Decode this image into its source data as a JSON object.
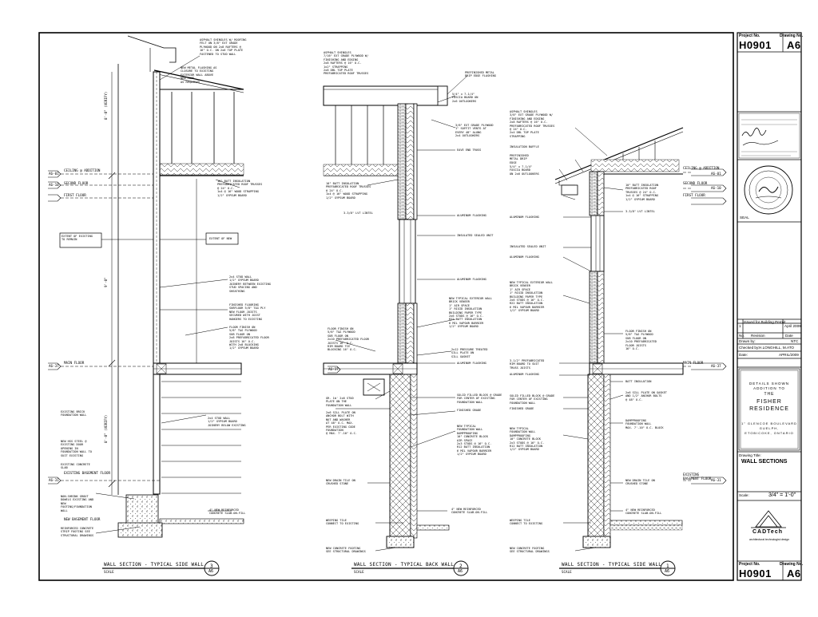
{
  "sheet": {
    "project_no_label": "Project No.",
    "drawing_no_label": "Drawing No.",
    "project_no": "H0901",
    "drawing_no": "A6",
    "scale_label": "Scale:",
    "scale_value": "3/4\" = 1'-0\"",
    "drawing_title_label": "Drawing Title:",
    "drawing_title": "WALL SECTIONS",
    "project_name_lines": [
      "DETAILS SHOWN",
      "ADDITION TO",
      "THE",
      "FISHER",
      "RESIDENCE"
    ],
    "project_address_lines": [
      "1\" GLENCOE BOULEVARD",
      "GUELPH,",
      "ETOBICOKE, ONTARIO"
    ],
    "drawn_by_label": "Drawn by:",
    "drawn_by": "NTC",
    "checked_by_label": "Checked by:",
    "checked_by": "H.LONGHILL, M.ATO",
    "date_label": "Date:",
    "date": "APRIL/2009",
    "revisions": [
      {
        "no": "1",
        "desc": "Issued for Building Permit",
        "date": "April 2009"
      }
    ],
    "rev_headers": [
      "No.",
      "Revision",
      "Date"
    ],
    "seal_label": "SEAL",
    "logo_text": "CADTech",
    "logo_sub": "architectural technologist design"
  },
  "sections": [
    {
      "number": "3",
      "sheet": "A6",
      "title": "WALL SECTION - TYPICAL SIDE WALL",
      "scale": "SCALE"
    },
    {
      "number": "2",
      "sheet": "A6",
      "title": "WALL SECTION - TYPICAL BACK WALL",
      "scale": "SCALE"
    },
    {
      "number": "1",
      "sheet": "A6",
      "title": "WALL SECTION - TYPICAL SIDE WALL",
      "scale": "SCALE"
    }
  ],
  "level_tags": {
    "ceiling": "CEILING @ ADDITION",
    "second_floor": "SECOND FLOOR",
    "first_floor": "FIRST FLOOR",
    "main_floor": "MAIN FLOOR",
    "existing_basement": "EXISTING BASEMENT FLOOR",
    "new_basement": "NEW BASEMENT FLOOR",
    "upper_ref": "A6-01",
    "first_ref": "A6-10",
    "main_ref": "A6-37",
    "bsmt_ref": "A6-31"
  },
  "callouts": {
    "extent_existing": "EXTENT OF EXISTING\nTO REMAIN",
    "extent_new": "EXTENT OF NEW",
    "dim_upper": "8'-0\" (VERIFY)",
    "dim_main": "9'-0\"",
    "dim_bsmt": "8'-0\" (VERIFY)"
  },
  "notes": {
    "s3_roof": "ASPHALT SHINGLES W/ ROOFING\nFELT ON 3/8\" EXT GRADE\nPLYWOOD ON 2x8 RAFTERS @\n16\" O.C. ON 2x6 TOP PLATE\nFASTENED TO STUD WALL",
    "s3_flash": "NEW METAL FLASHING AS\nCLOSURE TO EXISTING\nEXTERIOR WALL ABOVE\nNEW ROOF\nAS REQUIRED",
    "s3_insul": "10\" BATT INSULATION\nPREFABRICATED ROOF TRUSSES\n@ 24\" O.C.\n1x4 @ 16\" WOOD STRAPPING\n1/2\" GYPSUM BOARD",
    "s3_wall": "2x4 STUD WALL\n1/2\" GYPSUM BOARD\nJOINERY BETWEEN EXISTING\nSTUD SPACING AND\nSHEATHING",
    "s3_finish": "FINISHED FLOORING\nSUBFLOOR 5/8\" T&G PLY\nNEW FLOOR JOISTS\nSECURED WITH JOIST\nHANGERS TO EXISTING",
    "s3_flrfin": "FLOOR FINISH ON\n5/8\" T&G PLYWOOD\nSUB FLOOR ON\n2x8 PREFABRICATED FLOOR\nJOISTS 16\" O.C.\nWITH 2x8 BLOCKING\n1/2\" GYPSUM BOARD",
    "s3_found": "EXISTING BRICK\nFOUNDATION WALL",
    "s3_stud": "2x4 STUD WALL\n1/2\" GYPSUM BOARD\nJOINERY BELOW EXISTING",
    "s3_steel": "NEW HSS STEEL @\nEXISTING DOOR\nOPENING IN\nFOUNDATION WALL TO\nSUIT EXISTING",
    "s3_conc": "EXISTING CONCRETE\nSLAB",
    "s3_conn": "NON-SHRINK GROUT\nDOWELS EXISTING AND\nNEW\nFOOTING/FOUNDATION\nWALL",
    "s3_slab": "4\" NEW REINFORCED\nCONCRETE SLAB-ON-FILL",
    "s3_footing": "REINFORCED CONCRETE\nSTRIP FOOTING SEE\nSTRUCTURAL DRAWINGS",
    "s2_roof": "ASPHALT SHINGLES\n7/16\" EXT GRADE PLYWOOD W/\nFINISHING AND EDGING\n2x8 RAFTERS @ 16\" O.C.\n1x2\" STRAPPING\n2x8 DBL TOP PLATE\nPREFABRICATED ROOF TRUSSES",
    "s2_metal": "PREFINISHED METAL\nDRIP EDGE FLASHING",
    "s2_fascia": "5/4\" x 7-1/4\"\nFASCIA BOARD ON\n2x6 OUTLOOKERS",
    "s2_soffit": "3/8\" EXT GRADE PLYWOOD\n1\" SOFFIT VENTS AT\nEVERY 48\" ALONG\n2x4 OUTLOOKERS",
    "s2_eave": "EAVE END TRUSS",
    "s2_lintel": "3-3/8\" LVT LINTEL",
    "s2_alum": "ALUMINUM FLASHING",
    "s2_glass": "INSULATED SEALED UNIT",
    "s2_wall": "NEW TYPICAL EXTERIOR WALL\nBRICK VENEER\n1\" AIR SPACE\n1\" RIGID INSULATION\nBUILDING PAPER TYPE\n2x6 STUDS @ 16\" O.C.\nR22 BATT INSULATION\n6 MIL VAPOUR BARRIER\n1/2\" GYPSUM BOARD",
    "s2_floor": "FLOOR FINISH ON\n5/8\" T&G PLYWOOD\nSUB FLOOR ON\n2x10 PREFABRICATED FLOOR\nJOISTS 16\" O.C.\nRIM BOARD TIE\nBLOCKING 16\" O.C.",
    "s2_rim": "2x12 PRESSURE TREATED\nSILL PLATE ON\nSILL GASKET",
    "s2_sill": "GR. 1b' 2x6 STUD\nPLATE ON THE\nFOUNDATION WALL",
    "s2_bolt": "2x6 SILL PLATE ON\nANCHOR BOLT WITH\nNUT AND WASHER\nAT 48\" O.C. MAX.\nPER EXISTING CODE\nFOUNDATION\n@ MAX. 7'-10\" O.C.",
    "s2_filler": "SOLID FILLED BLOCK @ GRADE\nFOR CENTER OF EXISTING\nFOUNDATION WALL",
    "s2_grade": "FINISHED GRADE",
    "s2_fdn": "NEW TYPICAL\nFOUNDATION WALL\nDAMPPROOFING\n10\" CONCRETE BLOCK\nAIR SPACE\n2x3 STUDS @ 16\" O.C.\nR12 BATT INSULATION\n6 MIL VAPOUR BARRIER\n1/2\" GYPSUM BOARD",
    "s2_drain": "NEW DRAIN TILE ON\nCRUSHED STONE",
    "s2_slab": "4\" NEW REINFORCED\nCONCRETE SLAB-ON-FILL",
    "s2_tile": "WEEPING TILE\nCONNECT TO EXISTING",
    "s2_footing": "NEW CONCRETE FOOTING\nSEE STRUCTURAL DRAWINGS",
    "s1_roof": "ASPHALT SHINGLES\n3/8\" EXT GRADE PLYWOOD W/\nFINISHING AND EDGING\n2x8 RAFTERS @ 16\" O.C.\nPREFABRICATED ROOF TRUSSES\n@ 24\" O.C.\n2x4 DBL TOP PLATE\nSTRAPPING",
    "s1_ins": "INSULATION BAFFLE",
    "s1_drip": "PREFINISHED\nMETAL DRIP\nEDGE",
    "s1_fascia": "5/4\" x 7-1/4\"\nFASCIA BOARD\nON 2x6 OUTLOOKERS",
    "s1_batt": "10\" BATT INSULATION\nPREFABRICATED ROOF\nTRUSSES @ 24\" O.C.\n1x4 @ 16\" STRAPPING\n1/2\" GYPSUM BOARD",
    "s1_lintel": "3-3/8\" LVT LINTEL",
    "s1_alum": "ALUMINUM FLASHING",
    "s1_glass": "INSULATED SEALED UNIT",
    "s1_wall": "NEW TYPICAL EXTERIOR WALL\nBRICK VENEER\n1\" AIR SPACE\n1\" RIGID INSULATION\nBUILDING PAPER TYPE\n2x6 STUDS @ 16\" O.C.\nR22 BATT INSULATION\n6 MIL VAPOUR BARRIER\n1/2\" GYPSUM BOARD",
    "s1_floor": "FLOOR FINISH ON\n5/8\" T&G PLYWOOD\nSUB FLOOR ON\n2x10 PREFABRICATED\nFLOOR JOISTS\n16\" O.C.",
    "s1_rim": "3-1/2\" PREFABRICATED\nRIM BOARD TO SUIT\nTRUSS JOISTS",
    "s1_bsmt": "BATT INSULATION",
    "s1_sill": "2x6 SILL PLATE ON GASKET\nAND 1/2\" ANCHOR BOLTS\n@ 48\" O.C.",
    "s1_drain": "DAMPPROOFING\nFOUNDATION WALL\nMAX. 7'-10\" O.C. BLOCK",
    "s1_filler": "SOLID FILLED BLOCK @ GRADE\nFOR CENTER OF EXISTING\nFOUNDATION WALL",
    "s1_grade": "FINISHED GRADE",
    "s1_fdn": "NEW TYPICAL\nFOUNDATION WALL\nDAMPPROOFING\n10\" CONCRETE BLOCK\n2x3 STUDS @ 16\" O.C.\nR12 BATT INSULATION\n1/2\" GYPSUM BOARD",
    "s1_drainstone": "NEW DRAIN TILE ON\nCRUSHED STONE",
    "s1_slab": "4\" NEW REINFORCED\nCONCRETE SLAB-ON-FILL",
    "s1_tile": "WEEPING TILE\nCONNECT TO EXISTING",
    "s1_footing": "NEW CONCRETE FOOTING\nSEE STRUCTURAL DRAWINGS"
  }
}
